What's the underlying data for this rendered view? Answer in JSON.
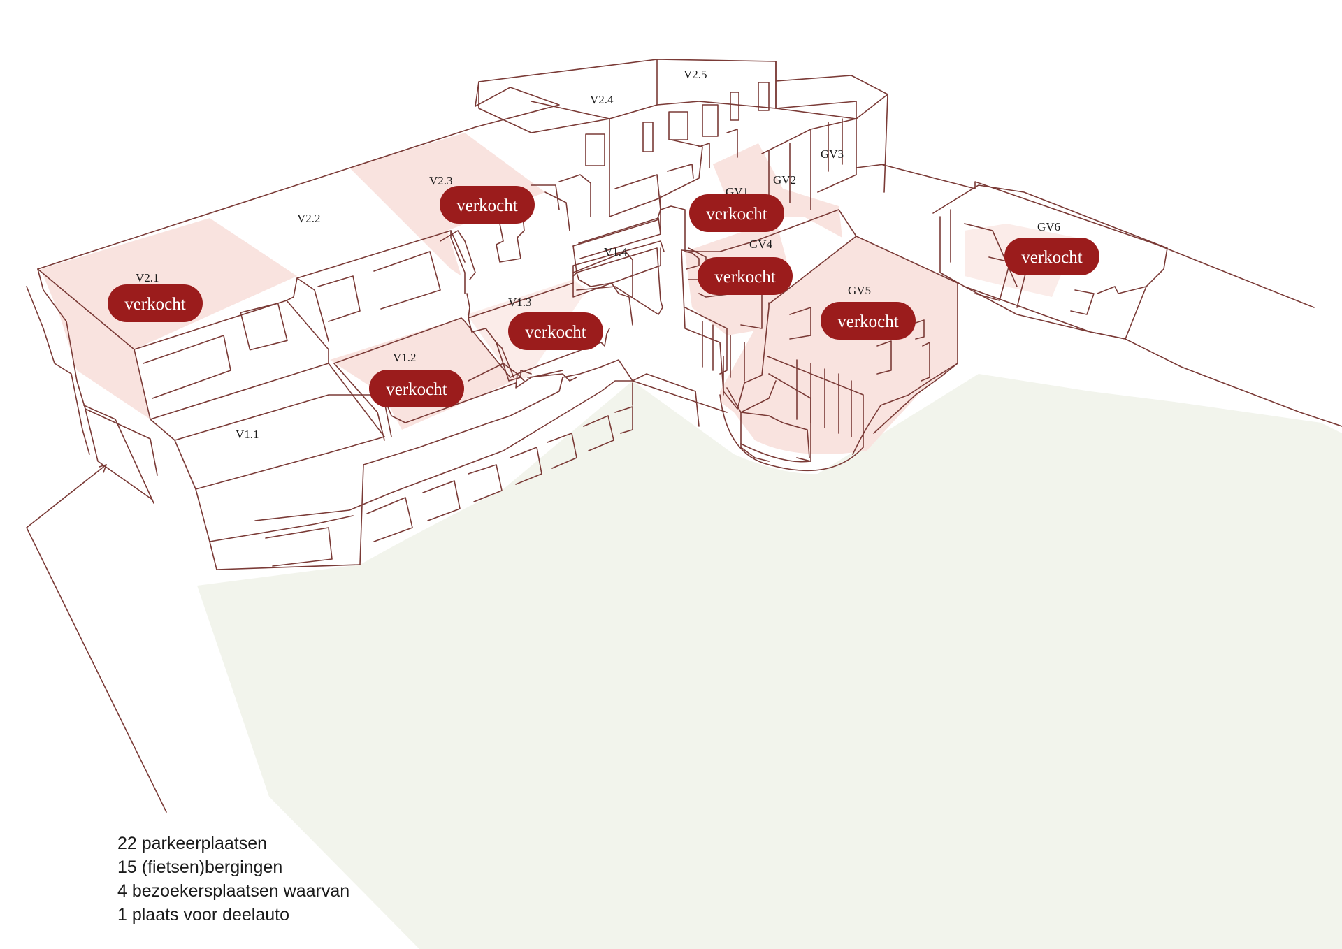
{
  "units": [
    {
      "id": "V2.1",
      "label": "V2.1",
      "status": "verkocht"
    },
    {
      "id": "V2.2",
      "label": "V2.2",
      "status": ""
    },
    {
      "id": "V2.3",
      "label": "V2.3",
      "status": "verkocht"
    },
    {
      "id": "V2.4",
      "label": "V2.4",
      "status": ""
    },
    {
      "id": "V2.5",
      "label": "V2.5",
      "status": ""
    },
    {
      "id": "V1.1",
      "label": "V1.1",
      "status": ""
    },
    {
      "id": "V1.2",
      "label": "V1.2",
      "status": "verkocht"
    },
    {
      "id": "V1.3",
      "label": "V1.3",
      "status": "verkocht"
    },
    {
      "id": "V1.4",
      "label": "V1.4",
      "status": ""
    },
    {
      "id": "GV1",
      "label": "GV1",
      "status": "verkocht"
    },
    {
      "id": "GV2",
      "label": "GV2",
      "status": ""
    },
    {
      "id": "GV3",
      "label": "GV3",
      "status": ""
    },
    {
      "id": "GV4",
      "label": "GV4",
      "status": "verkocht"
    },
    {
      "id": "GV5",
      "label": "GV5",
      "status": "verkocht"
    },
    {
      "id": "GV6",
      "label": "GV6",
      "status": "verkocht"
    }
  ],
  "summary": [
    "22 parkeerplaatsen",
    "15 (fietsen)bergingen",
    "4 bezoekersplaatsen waarvan",
    "1 plaats voor deelauto"
  ],
  "colors": {
    "line": "#7a3a36",
    "sold_badge": "#9b1c1c",
    "sold_tint": "#f9e3df",
    "ground": "#f2f4ec"
  }
}
